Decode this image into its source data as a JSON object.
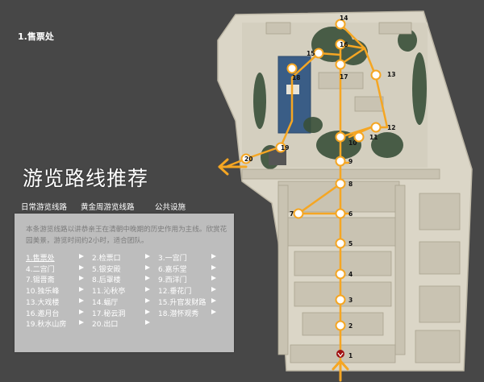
{
  "current_stop": {
    "title": "1.售票处"
  },
  "header": {
    "title": "游览路线推荐"
  },
  "tabs": [
    {
      "label": "日常游览线路"
    },
    {
      "label": "黄金周游览线路"
    },
    {
      "label": "公共设施"
    }
  ],
  "route": {
    "description": "本条游览线路以讲恭亲王在清朝中晚期的历史作用为主线。欣赏花园美景，游览时间约2小时，适合团队。",
    "selected_stop": "1.售票处",
    "stops": [
      {
        "label": "1.售票处"
      },
      {
        "label": "2.检票口"
      },
      {
        "label": "3.一宫门"
      },
      {
        "label": "4.二宫门"
      },
      {
        "label": "5.银安殿"
      },
      {
        "label": "6.嘉乐堂"
      },
      {
        "label": "7.锡晋斋"
      },
      {
        "label": "8.后罩楼"
      },
      {
        "label": "9.西洋门"
      },
      {
        "label": "10.独乐峰"
      },
      {
        "label": "11.沁秋亭"
      },
      {
        "label": "12.垂花门"
      },
      {
        "label": "13.大戏楼"
      },
      {
        "label": "14.蝠厅"
      },
      {
        "label": "15.升官发财路"
      },
      {
        "label": "16.邀月台"
      },
      {
        "label": "17.秘云洞"
      },
      {
        "label": "18.潜怀观秀"
      },
      {
        "label": "19.秋水山房"
      },
      {
        "label": "20.出口"
      }
    ]
  },
  "map": {
    "markers": [
      "1",
      "2",
      "3",
      "4",
      "5",
      "6",
      "7",
      "8",
      "9",
      "10",
      "11",
      "12",
      "13",
      "14",
      "15",
      "16",
      "17",
      "18",
      "19",
      "20"
    ],
    "colors": {
      "route": "#f5a623",
      "ground": "#dbd6c7",
      "outline": "#bdb7a6",
      "water": "#3a5d86",
      "greenery": "#39503a"
    }
  },
  "colors": {
    "background": "#474747",
    "panel": "#bdbdbd",
    "panel_text": "#7c7c7c",
    "accent": "#f5a623"
  }
}
